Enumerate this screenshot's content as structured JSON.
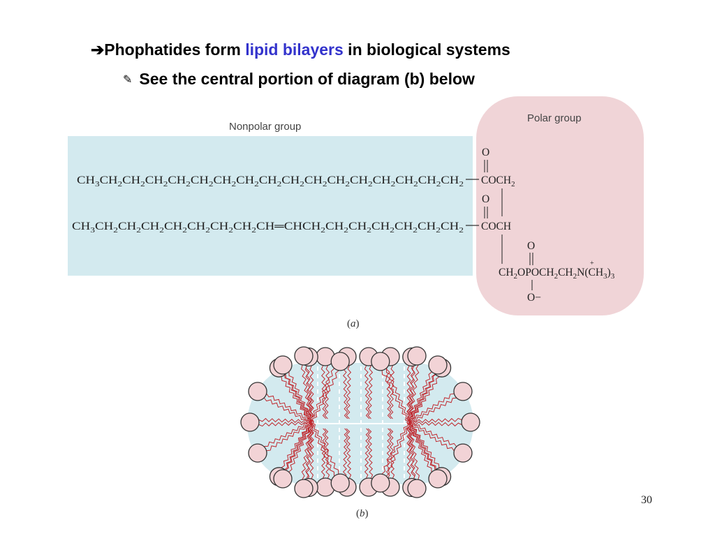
{
  "heading": {
    "arrow": "➔",
    "prefix": "Phophatides form ",
    "highlight": "lipid bilayers",
    "suffix": " in biological systems"
  },
  "subheading": {
    "bullet": "✎",
    "text": "See the central portion of diagram  (b) below"
  },
  "figure_a": {
    "nonpolar_label": "Nonpolar group",
    "polar_label": "Polar group",
    "caption": "(a)",
    "chain1": "CH3CH2CH2CH2CH2CH2CH2CH2CH2CH2CH2CH2CH2CH2CH2CH2CH2",
    "chain2": "CH3CH2CH2CH2CH2CH2CH2CH2CH=CHCH2CH2CH2CH2CH2CH2CH2",
    "ester1": "COCH2",
    "ester2": "COCH",
    "phosphate": "CH2OPOCH2CH2N(CH3)3",
    "carbonyl_o": "O",
    "phosphate_o_minus": "O−",
    "plus": "+"
  },
  "figure_b": {
    "caption": "(b)"
  },
  "page_number": "30",
  "colors": {
    "accent": "#3333cc",
    "nonpolar_bg": "#d3eaef",
    "polar_bg": "#f0d4d7",
    "head_fill": "#f2d3d6",
    "tail_color": "#c0282e",
    "bilayer_bg": "#d3eaef"
  }
}
